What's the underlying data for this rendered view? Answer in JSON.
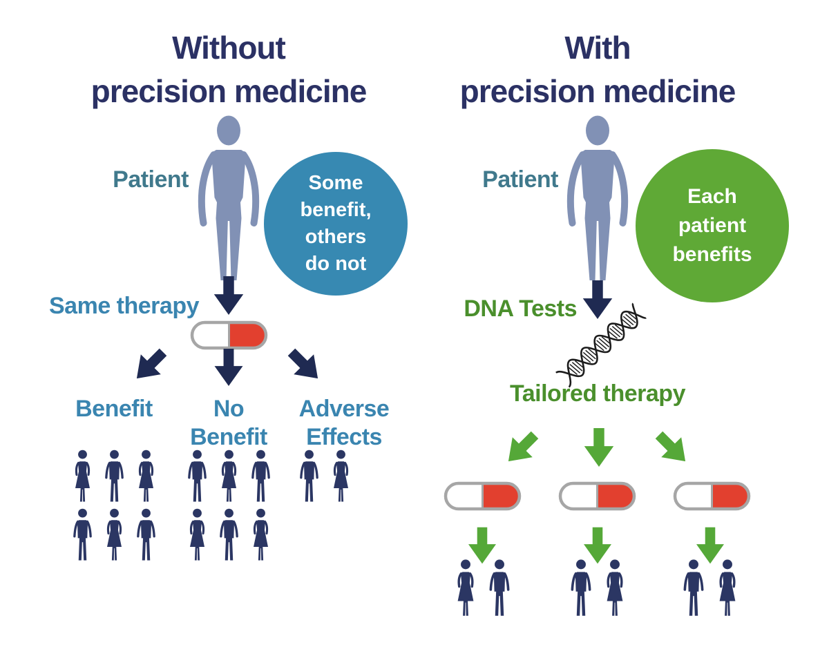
{
  "colors": {
    "background": "#ffffff",
    "navy": "#2b3164",
    "teal": "#40798c",
    "blue": "#3a85b0",
    "bubble_blue": "#3789b2",
    "arrow_navy": "#1f2a52",
    "people_navy": "#2b3663",
    "patient_blue": "#8191b5",
    "green_circle": "#5fa936",
    "green_text": "#4a8f2c",
    "green_arrow": "#55a838",
    "pill_red": "#e2402f",
    "pill_border": "#a6a6a6",
    "dna_ink": "#1c1c1c"
  },
  "left": {
    "title_lines": [
      "Without",
      "precision medicine"
    ],
    "patient_label": "Patient",
    "bubble_lines": [
      "Some",
      "benefit,",
      "others",
      "do not"
    ],
    "therapy_label": "Same therapy",
    "outcomes": [
      {
        "label_lines": [
          "Benefit"
        ],
        "people_rows": [
          [
            "woman",
            "man",
            "woman"
          ],
          [
            "man",
            "woman",
            "man"
          ]
        ]
      },
      {
        "label_lines": [
          "No",
          "Benefit"
        ],
        "people_rows": [
          [
            "man",
            "woman",
            "man"
          ],
          [
            "woman",
            "man",
            "woman"
          ]
        ]
      },
      {
        "label_lines": [
          "Adverse",
          "Effects"
        ],
        "people_rows": [
          [
            "man",
            "woman"
          ]
        ]
      }
    ]
  },
  "right": {
    "title_lines": [
      "With",
      "precision medicine"
    ],
    "patient_label": "Patient",
    "bubble_lines": [
      "Each",
      "patient",
      "benefits"
    ],
    "dna_label": "DNA Tests",
    "therapy_label": "Tailored therapy",
    "groups": [
      {
        "people_rows": [
          [
            "woman",
            "man"
          ]
        ]
      },
      {
        "people_rows": [
          [
            "man",
            "woman"
          ]
        ]
      },
      {
        "people_rows": [
          [
            "man",
            "woman"
          ]
        ]
      }
    ]
  },
  "icons": {
    "patient": "person-silhouette",
    "man": "man-silhouette",
    "woman": "woman-silhouette",
    "pill": "two-tone-capsule",
    "dna": "dna-double-helix-sketch",
    "arrow_down": "thick-block-arrow-down",
    "arrow_diagonal": "thick-block-arrow-diagonal"
  }
}
